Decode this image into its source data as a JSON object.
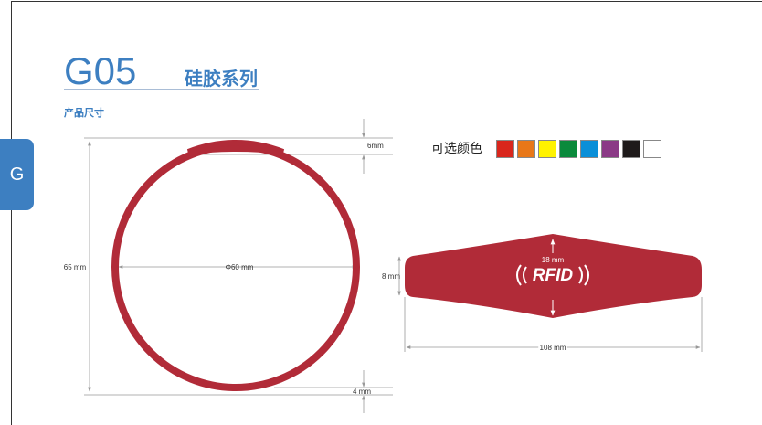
{
  "tab_letter": "G",
  "model": "G05",
  "series": "硅胶系列",
  "section_title": "产品尺寸",
  "colors_label": "可选颜色",
  "colors": [
    "#d9261c",
    "#e87718",
    "#fff200",
    "#0a8a3c",
    "#0a8fd8",
    "#8b3a86",
    "#1e1a1a",
    "#ffffff"
  ],
  "product_color": "#b12b38",
  "dims": {
    "top": "6mm",
    "height": "65 mm",
    "diameter": "Φ60 mm",
    "bottom": "4 mm",
    "band_end": "8 mm",
    "band_mid": "18 mm",
    "band_length": "108 mm"
  },
  "logo_text": "RFID"
}
